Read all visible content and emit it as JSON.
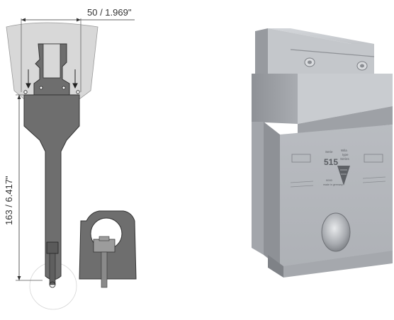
{
  "drawing": {
    "width_dimension": "50 / 1.969\"",
    "height_dimension": "163 / 6.417\""
  },
  "tool_engraving": {
    "series_label": "Serie",
    "model_number": "515",
    "side_text_top": "Wila",
    "side_text_mid": "type",
    "side_text_bot": "Series",
    "serial_text": "0000",
    "maker_text": "made in germany"
  },
  "colors": {
    "section_fill": "#6b6b6b",
    "light_body": "#d8d8d8",
    "steel_face": "#b8bbc0",
    "steel_dark": "#8b8e93",
    "line": "#333333"
  }
}
